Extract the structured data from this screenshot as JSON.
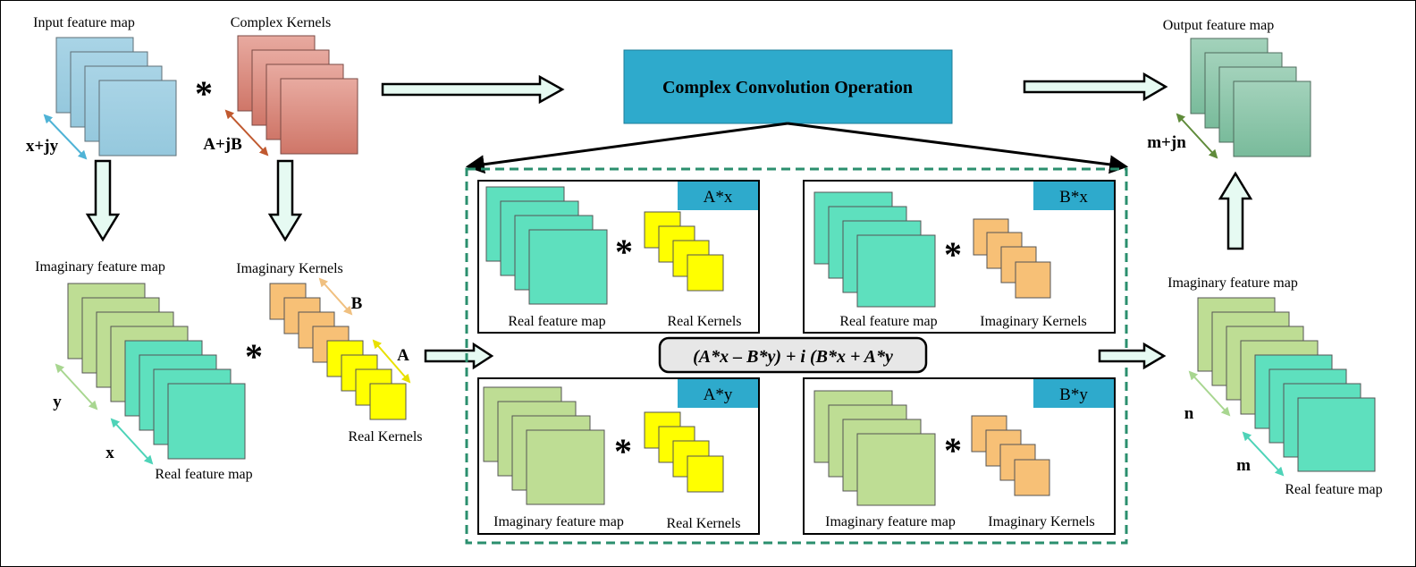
{
  "labels": {
    "input_feature_map": "Input feature map",
    "complex_kernels": "Complex Kernels",
    "output_feature_map": "Output feature map",
    "imaginary_feature_map": "Imaginary  feature map",
    "imaginary_kernels": "Imaginary  Kernels",
    "real_kernels": "Real Kernels",
    "real_feature_map": "Real feature map"
  },
  "variables": {
    "input": "x+jy",
    "kernel": "A+jB",
    "output": "m+jn",
    "x": "x",
    "y": "y",
    "A": "A",
    "B": "B",
    "m": "m",
    "n": "n"
  },
  "operator": "*",
  "operation_title": "Complex Convolution Operation",
  "formula": "(A*x – B*y) + i (B*x + A*y",
  "panels": [
    {
      "tag": "A*x",
      "left_label": "Real feature map",
      "right_label": "Real Kernels"
    },
    {
      "tag": "B*x",
      "left_label": "Real feature map",
      "right_label": "Imaginary  Kernels"
    },
    {
      "tag": "A*y",
      "left_label": "Imaginary  feature map",
      "right_label": "Real Kernels"
    },
    {
      "tag": "B*y",
      "left_label": "Imaginary  feature map",
      "right_label": "Imaginary  Kernels"
    }
  ],
  "colors": {
    "input_map": "#9fcfe3",
    "complex_kernel": "#d98d80",
    "output_map": "#8fc9ae",
    "imag_map": "#bedd94",
    "real_map": "#5ee0be",
    "real_kernel": "#ffff00",
    "imag_kernel": "#f7c076",
    "operation_box": "#2eaacc",
    "hollow_arrow": "#e6faf2",
    "dashed_border": "#2b8f6e"
  }
}
